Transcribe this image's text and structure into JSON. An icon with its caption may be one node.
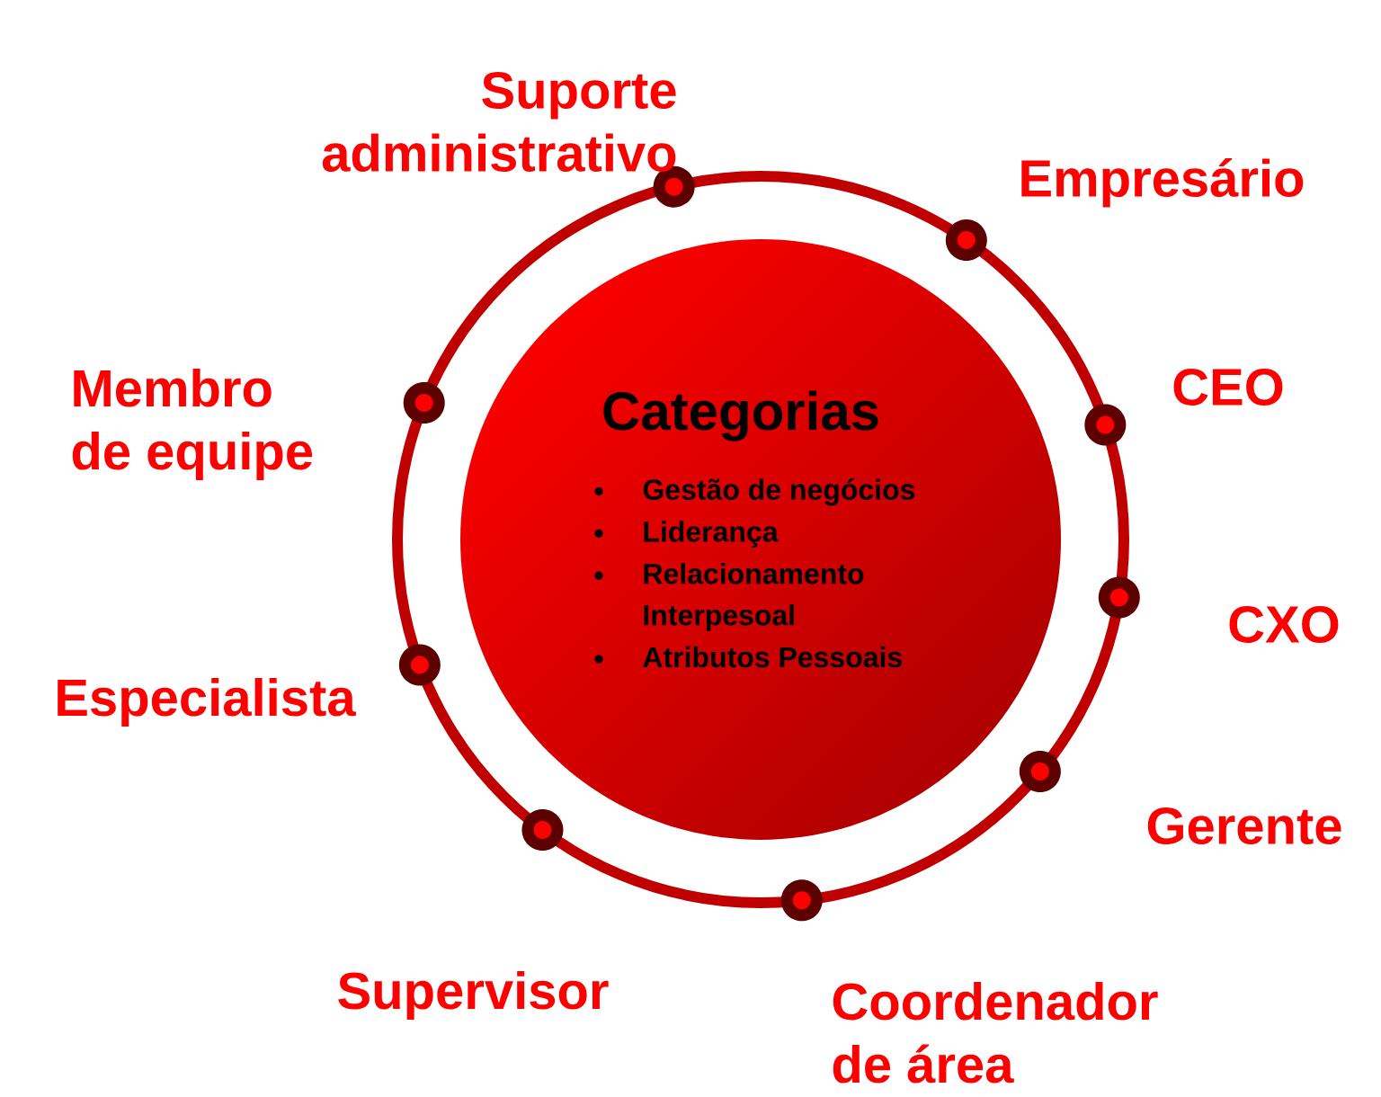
{
  "diagram": {
    "nodes": [
      {
        "text": [
          "Categorias",
          "Gestão de negócios",
          "Liderança",
          "Relacionamento Interpesoal",
          "Atributos Pessoais"
        ]
      },
      {
        "text": [],
        "shape": "circle",
        "beside": [
          "Suporte administrativo"
        ]
      },
      {
        "text": [],
        "shape": "circle",
        "beside": [
          "Empresário"
        ]
      },
      {
        "text": [],
        "shape": "circle",
        "beside": [
          "CEO"
        ]
      },
      {
        "text": [],
        "shape": "circle",
        "beside": [
          "CXO"
        ]
      },
      {
        "text": [],
        "shape": "circle",
        "beside": [
          "Gerente"
        ]
      },
      {
        "text": [],
        "shape": "circle",
        "beside": [
          "Coordenador de área"
        ]
      },
      {
        "text": [],
        "shape": "circle",
        "beside": [
          "Supervisor"
        ]
      },
      {
        "text": [],
        "shape": "circle",
        "beside": [
          "Especialista"
        ]
      },
      {
        "text": [],
        "shape": "circle",
        "beside": [
          "Membro de equipe"
        ]
      }
    ]
  }
}
